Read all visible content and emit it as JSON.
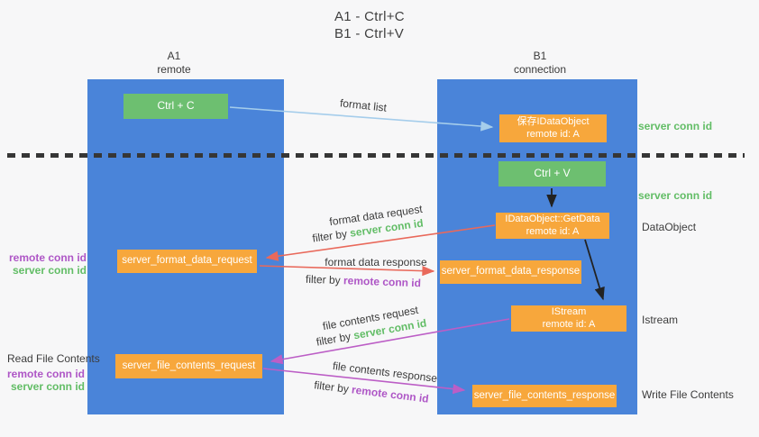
{
  "title": {
    "line1": "A1 - Ctrl+C",
    "line2": "B1 - Ctrl+V"
  },
  "lifelines": {
    "left": {
      "name": "A1",
      "role": "remote"
    },
    "right": {
      "name": "B1",
      "role": "connection"
    }
  },
  "boxes": {
    "ctrl_c": "Ctrl + C",
    "ctrl_v": "Ctrl + V",
    "save_idataobject": {
      "line1": "保存IDataObject",
      "line2": "remote id: A"
    },
    "getdata": {
      "line1": "IDataObject::GetData",
      "line2": "remote id: A"
    },
    "istream": {
      "line1": "IStream",
      "line2": "remote id: A"
    },
    "format_request": "server_format_data_request",
    "format_response": "server_format_data_response",
    "file_request": "server_file_contents_request",
    "file_response": "server_file_contents_response"
  },
  "arrow_labels": {
    "format_list": "format list",
    "format_data_request": "format data request",
    "format_data_response": "format data response",
    "file_contents_request": "file contents request",
    "file_contents_response": "file contents response",
    "filter_by": "filter by ",
    "server_conn_id": "server conn id",
    "remote_conn_id": "remote conn id"
  },
  "side_labels": {
    "server_conn_id_top": "server conn id",
    "server_conn_id_mid": "server conn id",
    "dataobject": "DataObject",
    "istream": "Istream",
    "read_file_contents": "Read File Contents",
    "write_file_contents": "Write File Contents",
    "remote_conn_id_left_top": "remote conn id",
    "server_conn_id_left_top": "server conn id",
    "remote_conn_id_left_bottom": "remote conn id",
    "server_conn_id_left_bottom": "server conn id"
  },
  "colors": {
    "lifeline_blue": "#4a84d9",
    "box_green": "#6dbf70",
    "box_orange": "#f7a73c",
    "green_text": "#62bd66",
    "purple_text": "#ae56c6",
    "arrow_red": "#e9695b",
    "arrow_purple": "#bc5ec6",
    "arrow_blue": "#a5cdeb",
    "arrow_black": "#222222",
    "divider_dark": "#363636"
  }
}
